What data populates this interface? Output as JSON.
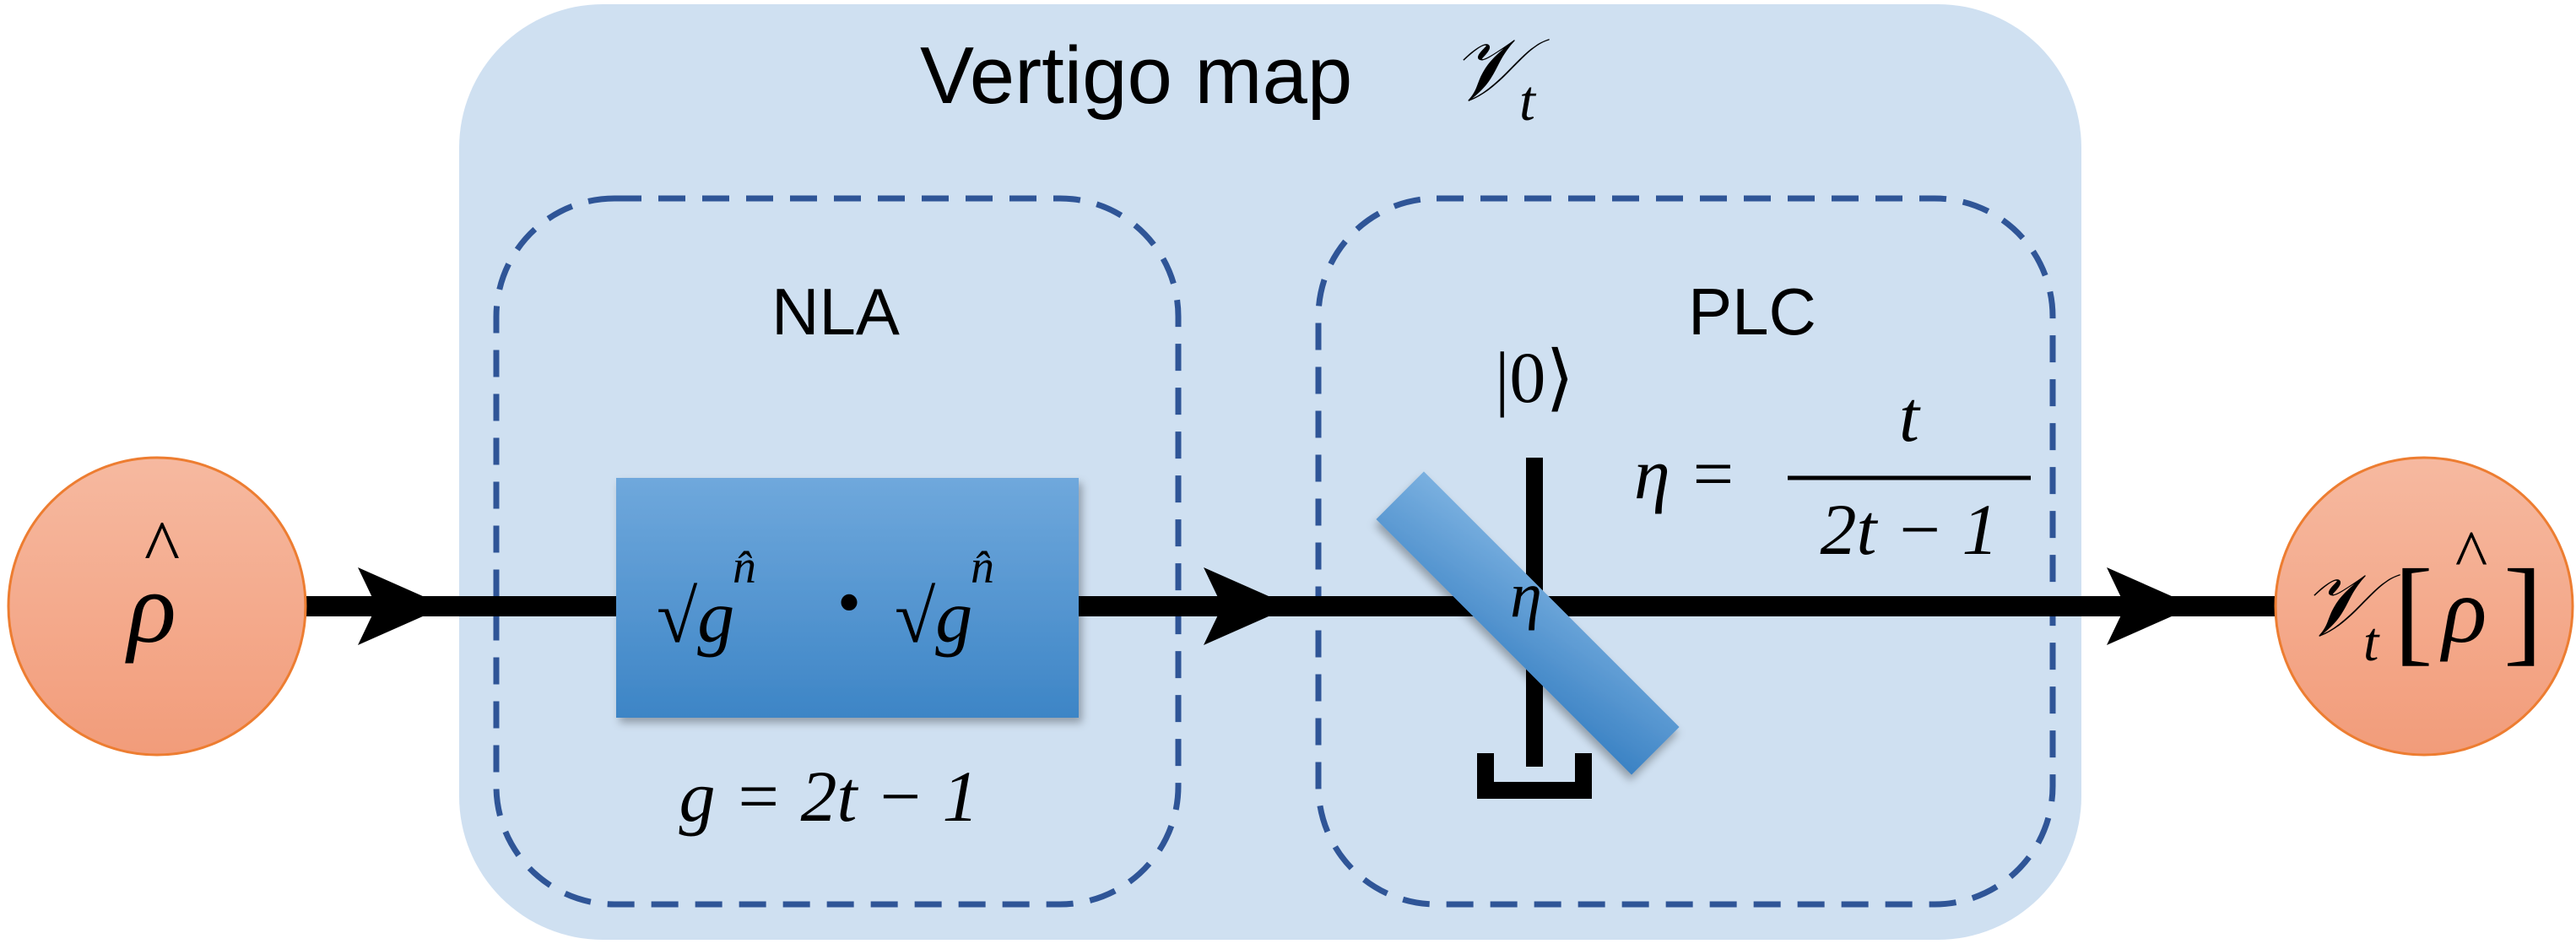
{
  "title": {
    "text": "Vertigo map",
    "symbol": "𝒱",
    "subscript": "t"
  },
  "input": {
    "symbol": "ρ",
    "hat": "^"
  },
  "output": {
    "script": "𝒱",
    "subscript": "t",
    "lbracket": "[",
    "rho": "ρ",
    "hat": "^",
    "rbracket": "]"
  },
  "nla": {
    "label": "NLA",
    "operator_left": "√g",
    "operator_exp_left": "n̂",
    "operator_dot": "•",
    "operator_right": "√g",
    "operator_exp_right": "n̂",
    "gain_eq": "g = 2t − 1"
  },
  "plc": {
    "label": "PLC",
    "vacuum_state": "|0⟩",
    "bs_symbol": "η",
    "eta_lhs": "η =",
    "eta_num": "t",
    "eta_den": "2t − 1"
  },
  "colors": {
    "outer_box": "#cfe0f1",
    "dashed_border": "#2f5597",
    "node_fill": "#f4a98a",
    "node_stroke": "#ed7d31",
    "block_fill": "#5b9bd5",
    "wire": "#000000"
  }
}
